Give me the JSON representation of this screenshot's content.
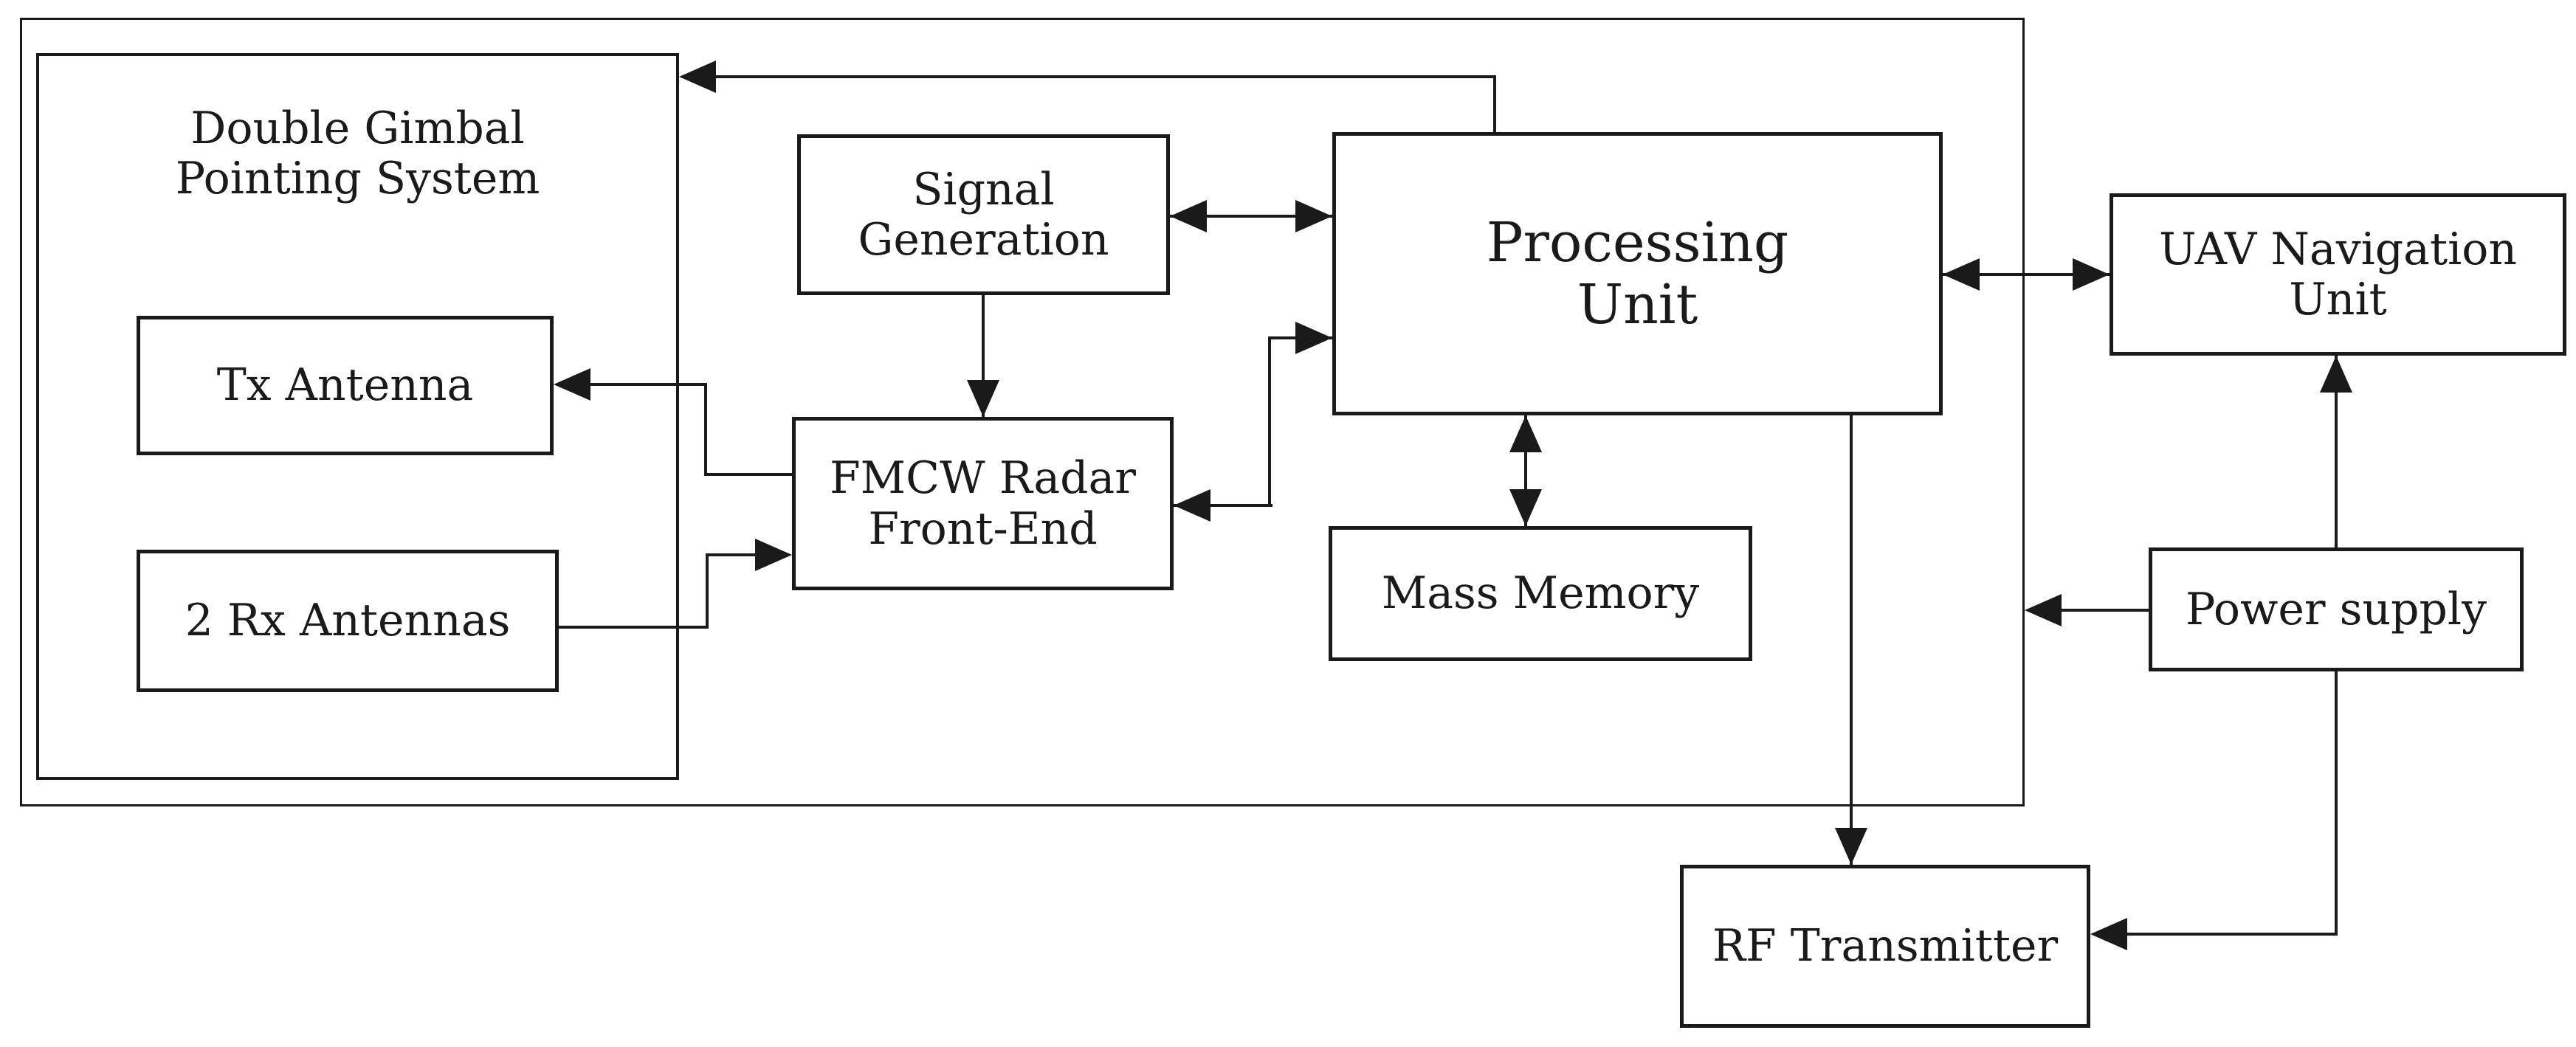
{
  "diagram": {
    "title": "FMCW radar payload block diagram",
    "colors": {
      "line": "#1a1a1a",
      "background": "#ffffff",
      "text": "#1a1a1a"
    },
    "blocks": {
      "double_gimbal": {
        "label": "Double Gimbal\nPointing System"
      },
      "tx_antenna": {
        "label": "Tx Antenna"
      },
      "rx_antennas": {
        "label": "2 Rx Antennas"
      },
      "signal_generation": {
        "label": "Signal\nGeneration"
      },
      "fmcw_front_end": {
        "label": "FMCW Radar\nFront-End"
      },
      "processing_unit": {
        "label": "Processing\nUnit"
      },
      "mass_memory": {
        "label": "Mass Memory"
      },
      "uav_navigation": {
        "label": "UAV Navigation\nUnit"
      },
      "power_supply": {
        "label": "Power supply"
      },
      "rf_transmitter": {
        "label": "RF Transmitter"
      }
    },
    "edges": [
      {
        "from": "processing_unit",
        "to": "double_gimbal",
        "heads": "single"
      },
      {
        "from": "signal_generation",
        "to": "processing_unit",
        "heads": "double"
      },
      {
        "from": "signal_generation",
        "to": "fmcw_front_end",
        "heads": "single"
      },
      {
        "from": "fmcw_front_end",
        "to": "processing_unit",
        "heads": "double"
      },
      {
        "from": "fmcw_front_end",
        "to": "tx_antenna",
        "heads": "single"
      },
      {
        "from": "rx_antennas",
        "to": "fmcw_front_end",
        "heads": "single"
      },
      {
        "from": "processing_unit",
        "to": "mass_memory",
        "heads": "double"
      },
      {
        "from": "processing_unit",
        "to": "uav_navigation",
        "heads": "double"
      },
      {
        "from": "processing_unit",
        "to": "rf_transmitter",
        "heads": "single"
      },
      {
        "from": "power_supply",
        "to": "system_enclosure",
        "heads": "single"
      },
      {
        "from": "power_supply",
        "to": "uav_navigation",
        "heads": "single"
      },
      {
        "from": "power_supply",
        "to": "rf_transmitter",
        "heads": "single"
      }
    ]
  }
}
